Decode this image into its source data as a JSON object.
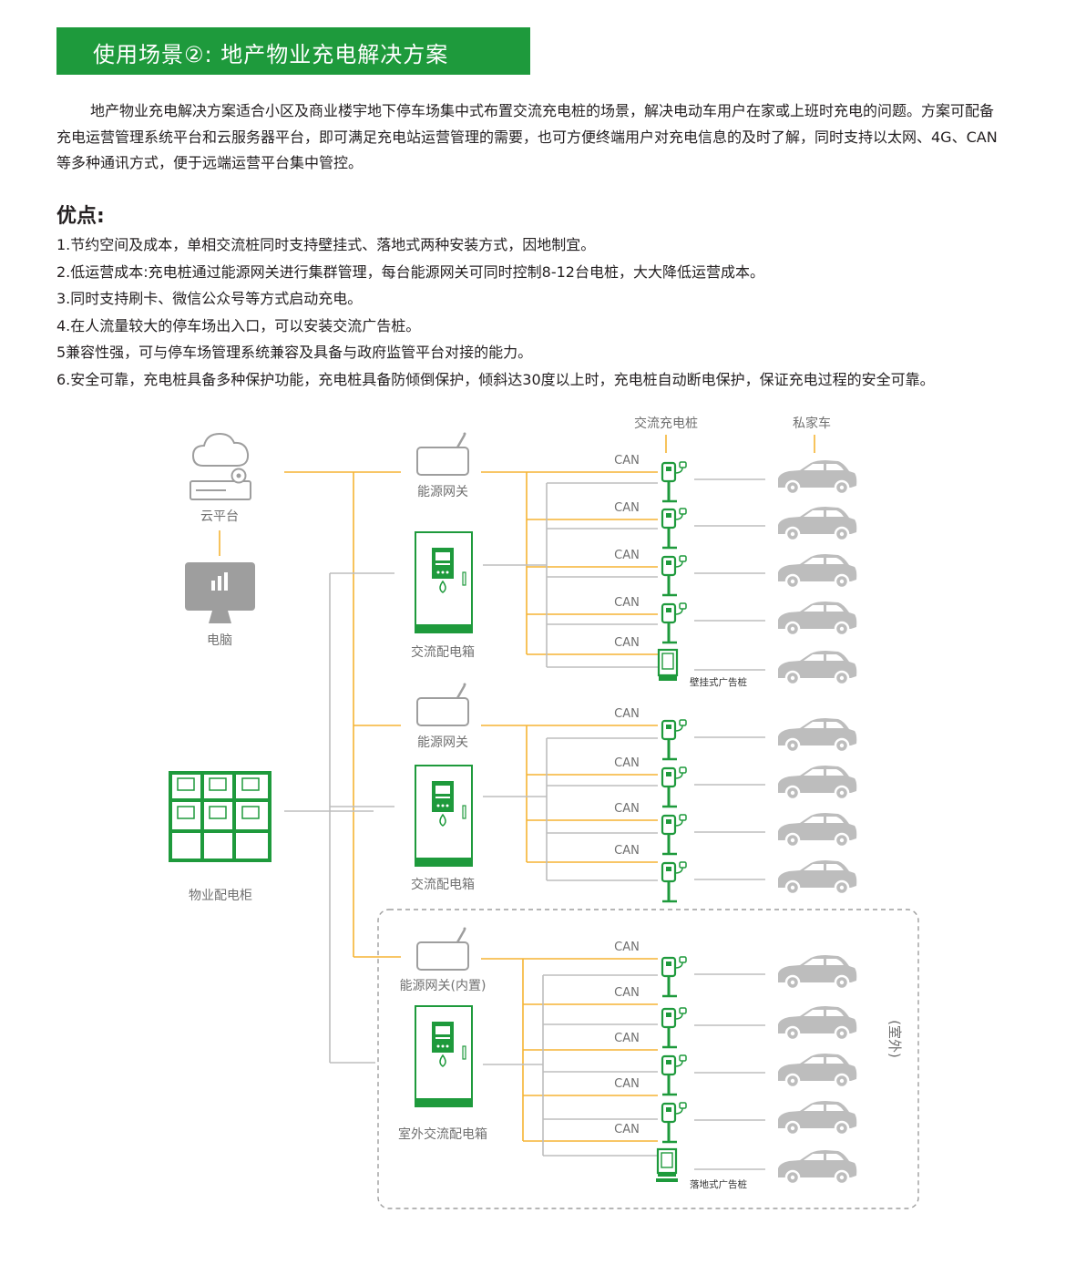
{
  "header": {
    "title": "使用场景②: 地产物业充电解决方案"
  },
  "intro": "地产物业充电解决方案适合小区及商业楼宇地下停车场集中式布置交流充电桩的场景，解决电动车用户在家或上班时充电的问题。方案可配备充电运营管理系统平台和云服务器平台，即可满足充电站运营管理的需要，也可方便终端用户对充电信息的及时了解，同时支持以太网、4G、CAN等多种通讯方式，便于远端运营平台集中管控。",
  "advantages": {
    "title": "优点:",
    "items": [
      "1.节约空间及成本，单相交流桩同时支持壁挂式、落地式两种安装方式，因地制宜。",
      "2.低运营成本:充电桩通过能源网关进行集群管理，每台能源网关可同时控制8-12台电桩，大大降低运营成本。",
      "3.同时支持刷卡、微信公众号等方式启动充电。",
      "4.在人流量较大的停车场出入口，可以安装交流广告桩。",
      "5兼容性强，可与停车场管理系统兼容及具备与政府监管平台对接的能力。",
      "6.安全可靠，充电桩具备多种保护功能，充电桩具备防倾倒保护，倾斜达30度以上时，充电桩自动断电保护，保证充电过程的安全可靠。"
    ]
  },
  "diagram": {
    "col_charger": "交流充电桩",
    "col_car": "私家车",
    "cloud": "云平台",
    "computer": "电脑",
    "cabinet": "物业配电柜",
    "gateway": "能源网关",
    "gateway_builtin": "能源网关(内置)",
    "box": "交流配电箱",
    "box_outdoor": "室外交流配电箱",
    "can": "CAN",
    "wall_ad": "壁挂式广告桩",
    "floor_ad": "落地式广告桩",
    "outdoor": "(室外)",
    "colors": {
      "orange": "#f5b433",
      "gray": "#bdbdbd",
      "green": "#1e9a3c",
      "icon_gray": "#9e9e9e"
    }
  }
}
